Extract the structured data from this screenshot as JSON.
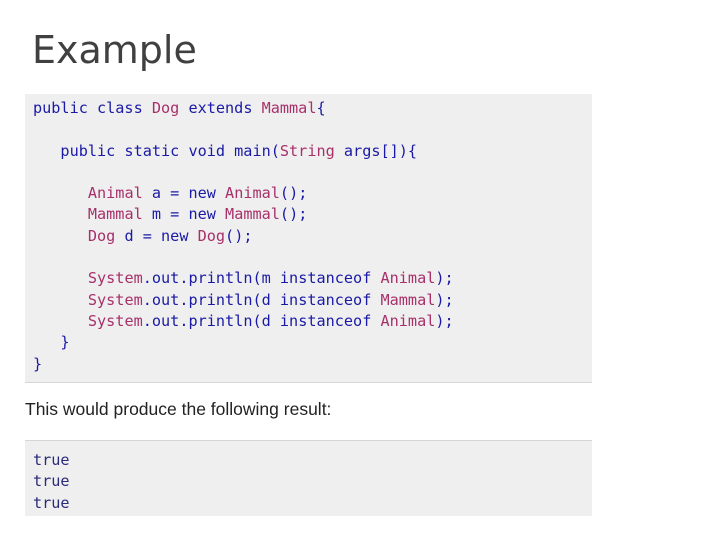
{
  "title": "Example",
  "code_lines": [
    [
      {
        "t": "public class ",
        "c": "kw"
      },
      {
        "t": "Dog",
        "c": "ty"
      },
      {
        "t": " extends ",
        "c": "kw"
      },
      {
        "t": "Mammal",
        "c": "ty"
      },
      {
        "t": "{",
        "c": "kw"
      }
    ],
    [],
    [
      {
        "t": "   public static void main(",
        "c": "kw"
      },
      {
        "t": "String",
        "c": "ty"
      },
      {
        "t": " args[]){",
        "c": "kw"
      }
    ],
    [],
    [
      {
        "t": "      ",
        "c": "kw"
      },
      {
        "t": "Animal",
        "c": "ty"
      },
      {
        "t": " a = new ",
        "c": "kw"
      },
      {
        "t": "Animal",
        "c": "ty"
      },
      {
        "t": "();",
        "c": "kw"
      }
    ],
    [
      {
        "t": "      ",
        "c": "kw"
      },
      {
        "t": "Mammal",
        "c": "ty"
      },
      {
        "t": " m = new ",
        "c": "kw"
      },
      {
        "t": "Mammal",
        "c": "ty"
      },
      {
        "t": "();",
        "c": "kw"
      }
    ],
    [
      {
        "t": "      ",
        "c": "kw"
      },
      {
        "t": "Dog",
        "c": "ty"
      },
      {
        "t": " d = new ",
        "c": "kw"
      },
      {
        "t": "Dog",
        "c": "ty"
      },
      {
        "t": "();",
        "c": "kw"
      }
    ],
    [],
    [
      {
        "t": "      ",
        "c": "kw"
      },
      {
        "t": "System",
        "c": "ty"
      },
      {
        "t": ".out.println(m instanceof ",
        "c": "kw"
      },
      {
        "t": "Animal",
        "c": "ty"
      },
      {
        "t": ");",
        "c": "kw"
      }
    ],
    [
      {
        "t": "      ",
        "c": "kw"
      },
      {
        "t": "System",
        "c": "ty"
      },
      {
        "t": ".out.println(d instanceof ",
        "c": "kw"
      },
      {
        "t": "Mammal",
        "c": "ty"
      },
      {
        "t": ");",
        "c": "kw"
      }
    ],
    [
      {
        "t": "      ",
        "c": "kw"
      },
      {
        "t": "System",
        "c": "ty"
      },
      {
        "t": ".out.println(d instanceof ",
        "c": "kw"
      },
      {
        "t": "Animal",
        "c": "ty"
      },
      {
        "t": ");",
        "c": "kw"
      }
    ],
    [
      {
        "t": "   }",
        "c": "kw"
      }
    ],
    [
      {
        "t": "}",
        "c": "kw"
      }
    ]
  ],
  "result_text": "This would produce the following result:",
  "output_lines": [
    "true",
    "true",
    "true"
  ],
  "colors": {
    "keyword": "#1a1aa6",
    "type": "#a8306a",
    "code_background": "#efefef",
    "title": "#404040"
  }
}
